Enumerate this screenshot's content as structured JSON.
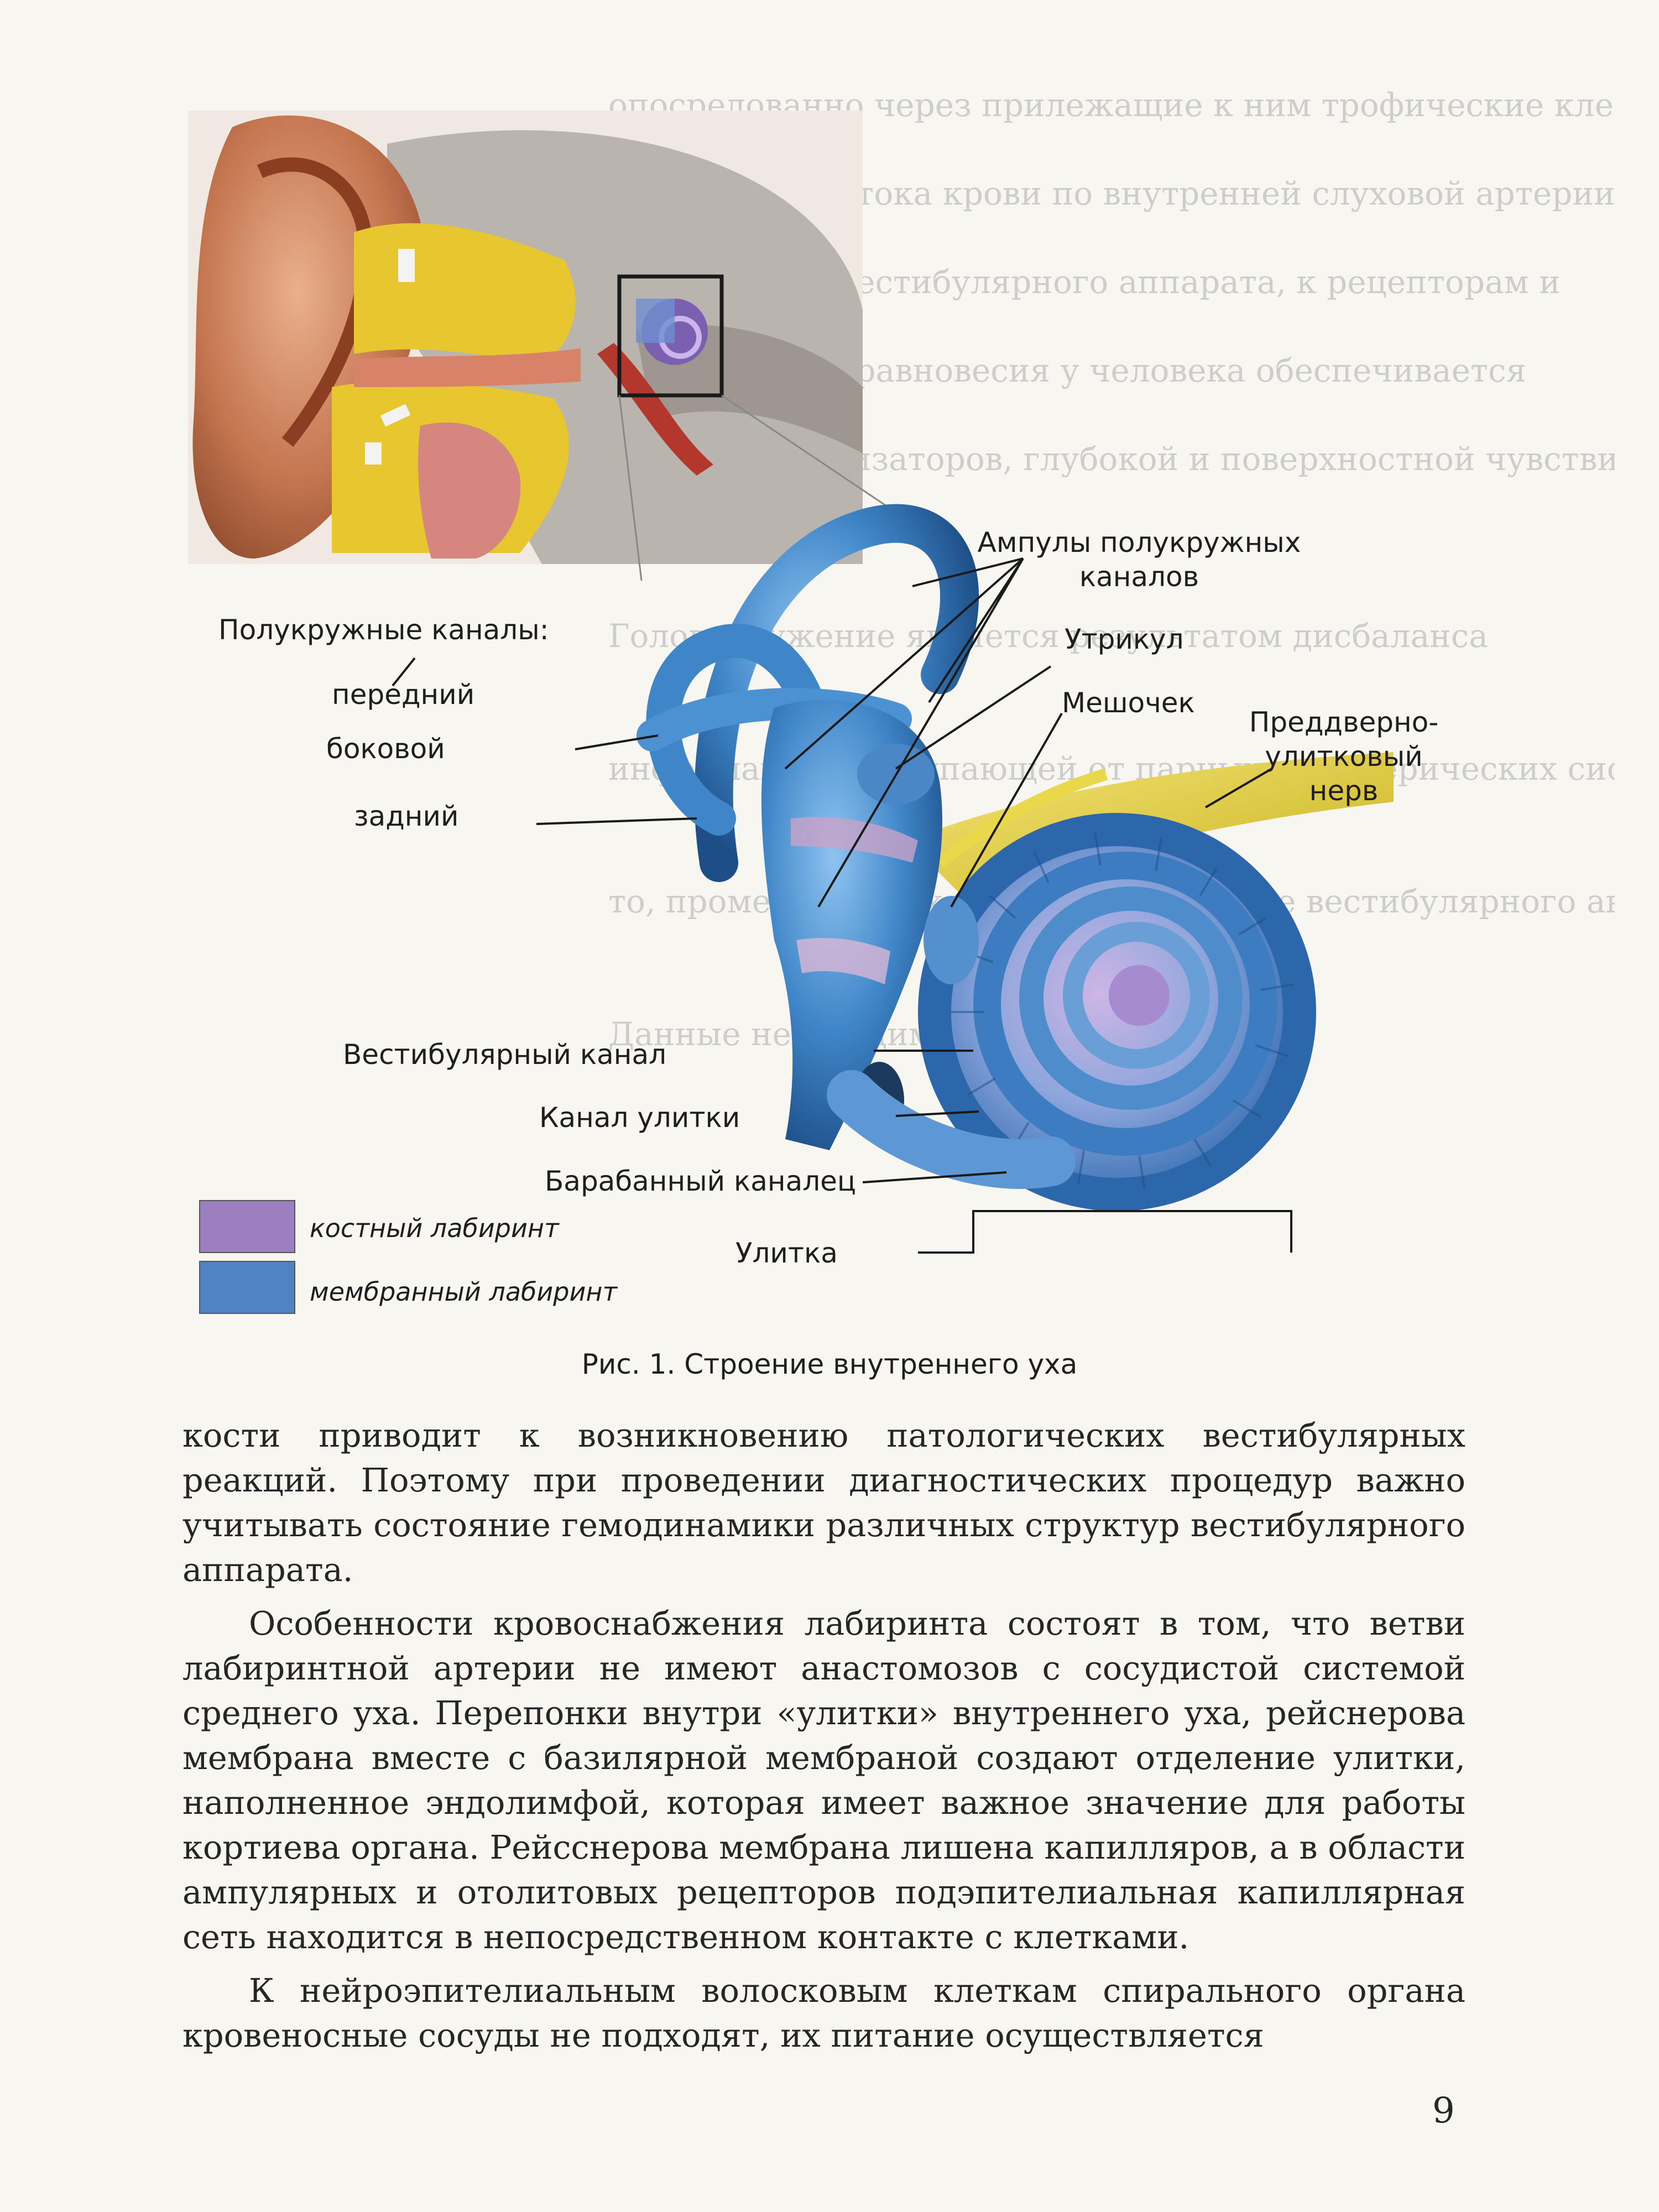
{
  "figure": {
    "labels": {
      "ampullae": "Ампулы полукружных каналов",
      "ampullae_line1": "Ампулы полукружных",
      "ampullae_line2": "каналов",
      "semicircular_title": "Полукружные каналы:",
      "anterior": "передний",
      "lateral": "боковой",
      "posterior": "задний",
      "utricle": "Утрикул",
      "saccule": "Мешочек",
      "nerve_line1": "Преддверно-",
      "nerve_line2": "улитковый",
      "nerve_line3": "нерв",
      "vestibular_canal": "Вестибулярный канал",
      "cochlear_canal": "Канал улитки",
      "tympanic_canal": "Барабанный каналец",
      "cochlea": "Улитка"
    },
    "legend": [
      {
        "label": "костный лабиринт",
        "color": "#9b7fc1"
      },
      {
        "label": "мембранный лабиринт",
        "color": "#4f84c4"
      }
    ],
    "caption": "Рис. 1. Строение внутреннего уха"
  },
  "body": {
    "paragraph1": "кости приводит к возникновению патологических вестибулярных реакций. Поэтому при проведении диагностических процедур важно учитывать состояние гемодинамики различных структур вестибулярного аппарата.",
    "paragraph2": "Особенности кровоснабжения лабиринта состоят в том, что ветви лабиринтной артерии не имеют анастомозов с сосудистой системой среднего уха. Перепонки внутри «улитки» внутреннего уха, рейснерова мембрана вместе с базилярной мембраной создают отделение улитки, наполненное эндолимфой, которая имеет важное значение для работы кортиева органа. Рейсснерова мембрана лишена капилляров, а в области ампулярных и отолитовых рецепторов подэпителиальная капиллярная сеть находится в непосредственном контакте с клетками.",
    "paragraph3": "К нейроэпителиальным волосковым клеткам спирального органа кровеносные сосуды не подходят, их питание осуществляется"
  },
  "page_number": "9",
  "colors": {
    "membranous": "#3f86c8",
    "bony": "#9b7fc1",
    "nerve": "#e6d23a",
    "auricle": "#c9805c",
    "bone_yellow": "#e8c630"
  }
}
